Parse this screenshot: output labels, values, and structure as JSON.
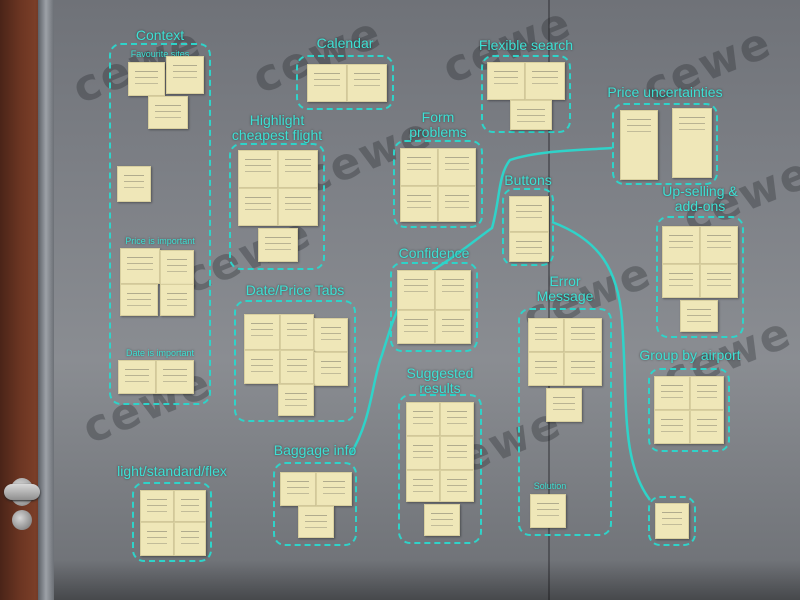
{
  "scene": {
    "watermark_text": "cewe",
    "accent_color": "#2fd3c9",
    "note_color": "#efe7b8"
  },
  "groups": {
    "context": {
      "label": "Context",
      "sub_favourite": "Favourite sites",
      "sub_price": "Price is important",
      "sub_date": "Date is important"
    },
    "calendar": {
      "label": "Calendar"
    },
    "flexible_search": {
      "label": "Flexible search"
    },
    "price_uncertainties": {
      "label": "Price uncertainties"
    },
    "highlight_cheapest": {
      "label_line1": "Highlight",
      "label_line2": "cheapest flight"
    },
    "form_problems": {
      "label_line1": "Form",
      "label_line2": "problems"
    },
    "buttons": {
      "label": "Buttons"
    },
    "upselling": {
      "label_line1": "Up-selling &",
      "label_line2": "add-ons"
    },
    "confidence": {
      "label": "Confidence"
    },
    "date_price_tabs": {
      "label": "Date/Price Tabs"
    },
    "error_message": {
      "label_line1": "Error",
      "label_line2": "Message",
      "sub_solution": "Solution"
    },
    "group_by_airport": {
      "label": "Group by airport"
    },
    "suggested_results": {
      "label_line1": "Suggested",
      "label_line2": "results"
    },
    "baggage_info": {
      "label": "Baggage info"
    },
    "fare_types": {
      "label": "light/standard/flex"
    }
  }
}
